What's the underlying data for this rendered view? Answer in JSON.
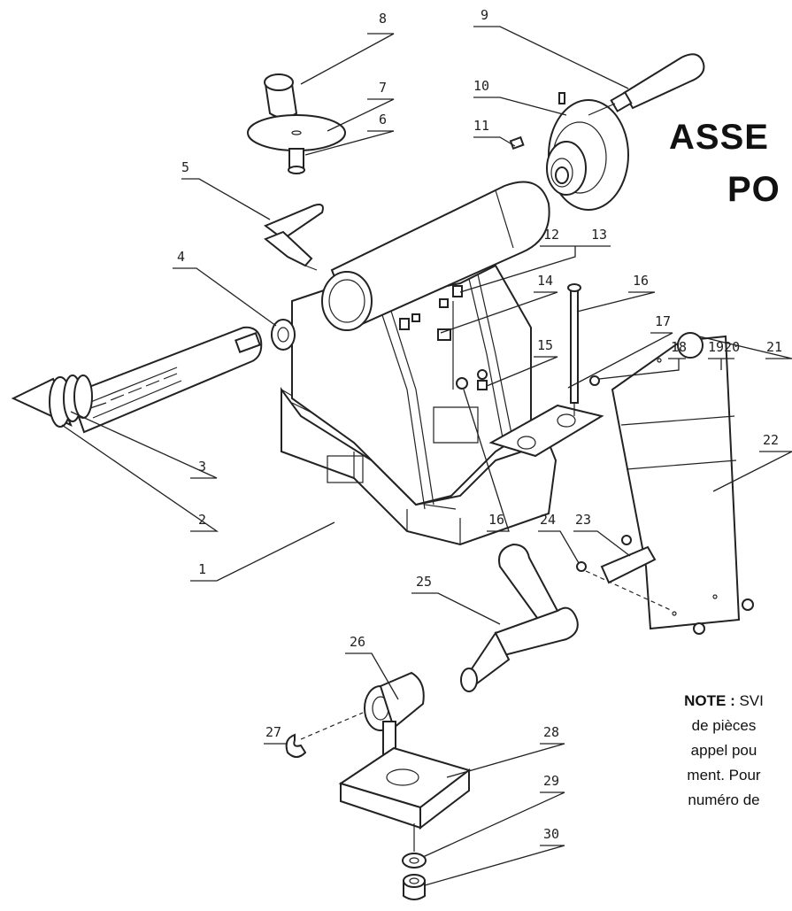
{
  "titles": [
    "ASSE",
    "PO"
  ],
  "note": {
    "label": "NOTE :",
    "lines": [
      "SVI",
      "de pièces",
      "appel pou",
      "ment.  Pour",
      "numéro de"
    ]
  },
  "callouts": {
    "c1": "1",
    "c2": "2",
    "c3": "3",
    "c4": "4",
    "c5": "5",
    "c6": "6",
    "c7": "7",
    "c8": "8",
    "c9": "9",
    "c10": "10",
    "c11": "11",
    "c12": "12",
    "c13": "13",
    "c14": "14",
    "c15": "15",
    "c16a": "16",
    "c16b": "16",
    "c17": "17",
    "c18": "18",
    "c1920": "1920",
    "c21": "21",
    "c22": "22",
    "c23": "23",
    "c24": "24",
    "c25": "25",
    "c26": "26",
    "c27": "27",
    "c28": "28",
    "c29": "29",
    "c30": "30"
  }
}
